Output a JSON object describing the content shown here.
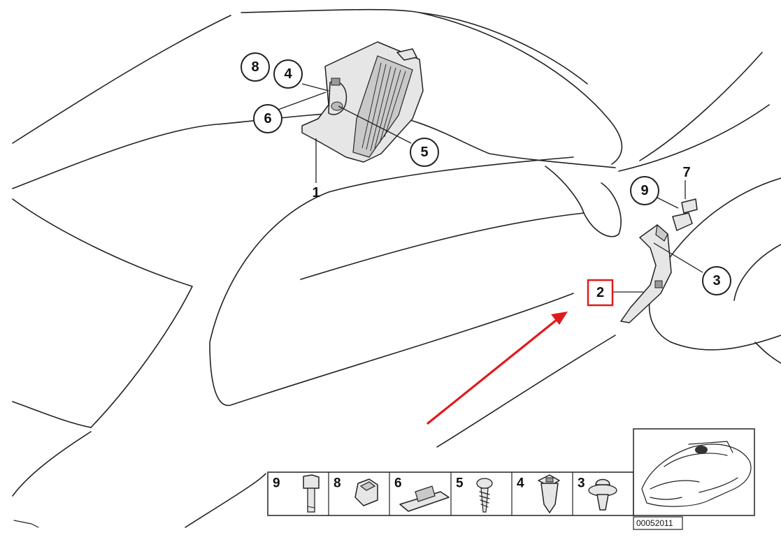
{
  "callouts": [
    {
      "id": "c8",
      "label": "8"
    },
    {
      "id": "c4",
      "label": "4"
    },
    {
      "id": "c6",
      "label": "6"
    },
    {
      "id": "c5",
      "label": "5"
    },
    {
      "id": "c9",
      "label": "9"
    },
    {
      "id": "c3",
      "label": "3"
    }
  ],
  "plain_labels": {
    "part1": "1",
    "part7": "7"
  },
  "highlight": {
    "label": "2",
    "color": "#e01a1a"
  },
  "legend": {
    "items": [
      {
        "number": "9",
        "icon": "bolt-icon"
      },
      {
        "number": "8",
        "icon": "clip-nut-icon"
      },
      {
        "number": "6",
        "icon": "clip-strip-icon"
      },
      {
        "number": "5",
        "icon": "screw-icon"
      },
      {
        "number": "4",
        "icon": "expanding-nut-icon"
      },
      {
        "number": "3",
        "icon": "push-rivet-icon"
      }
    ],
    "thumbnail_icon": "car-location-icon"
  },
  "diagram_code": "00052011"
}
